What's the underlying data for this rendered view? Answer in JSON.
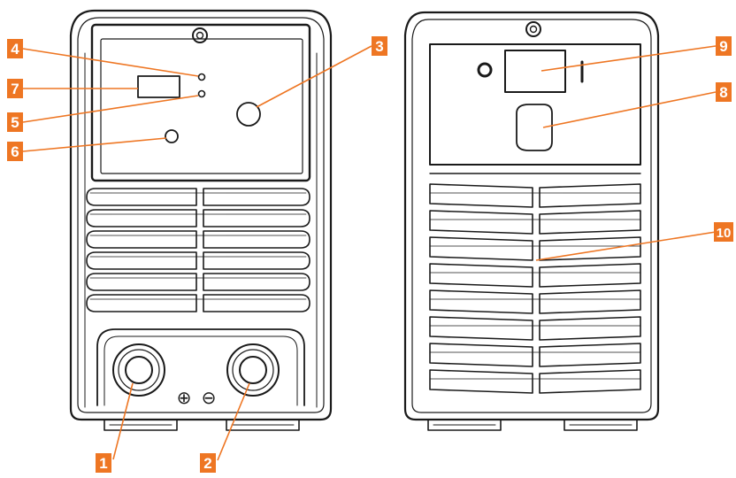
{
  "colors": {
    "callout": "#ee7623",
    "line": "#1a1a1a",
    "background": "#ffffff"
  },
  "callouts": [
    {
      "id": "c1",
      "label": "1"
    },
    {
      "id": "c2",
      "label": "2"
    },
    {
      "id": "c3",
      "label": "3"
    },
    {
      "id": "c4",
      "label": "4"
    },
    {
      "id": "c5",
      "label": "5"
    },
    {
      "id": "c6",
      "label": "6"
    },
    {
      "id": "c7",
      "label": "7"
    },
    {
      "id": "c8",
      "label": "8"
    },
    {
      "id": "c9",
      "label": "9"
    },
    {
      "id": "c10",
      "label": "10"
    }
  ],
  "front_panel": {
    "terminal_symbols": {
      "positive": "⊕",
      "negative": "⊖"
    }
  }
}
